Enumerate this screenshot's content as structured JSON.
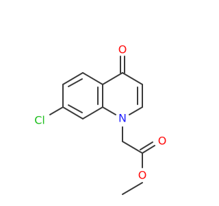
{
  "colors": {
    "background": "#ffffff",
    "carbon_bond": "#3a3a3a",
    "oxygen": "#ff0d0d",
    "nitrogen": "#1f1fff",
    "chlorine": "#1fbf1f"
  },
  "atoms": {
    "o_ketone": "O",
    "cl": "Cl",
    "n": "N",
    "o_carbonyl": "O",
    "o_ester": "O"
  }
}
